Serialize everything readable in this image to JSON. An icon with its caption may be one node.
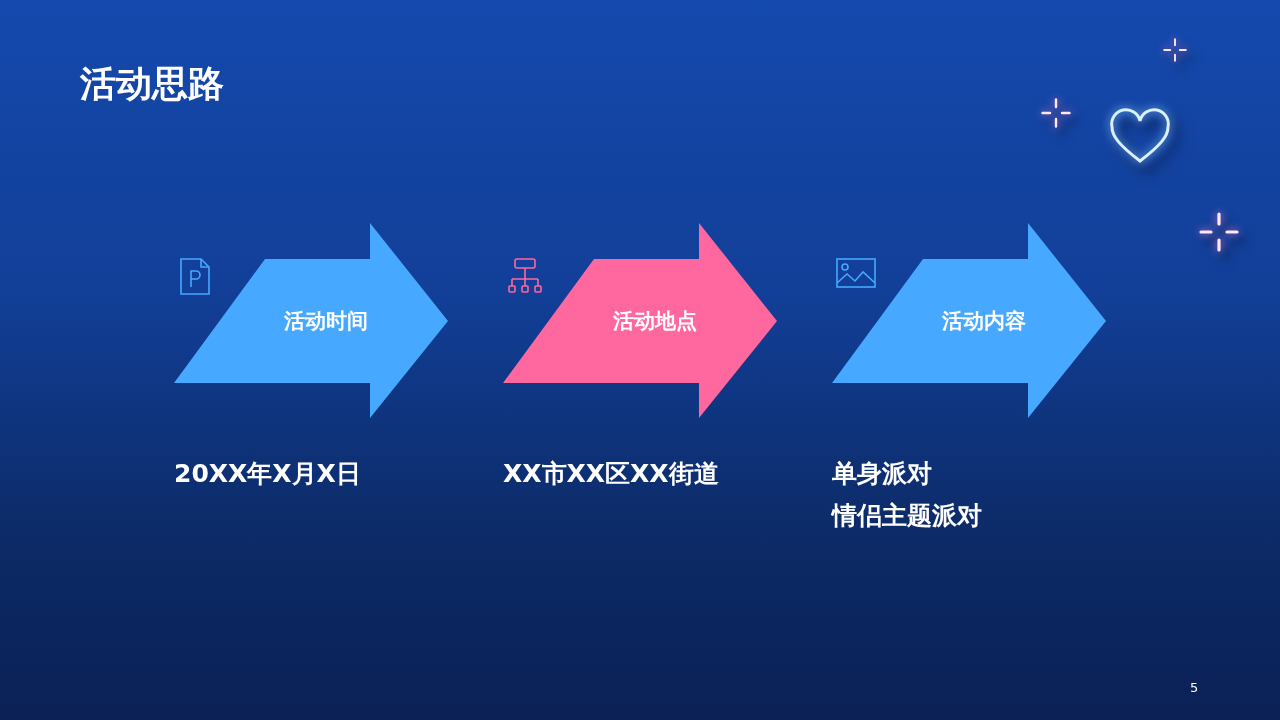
{
  "diagram": {
    "title": "活动思路",
    "nodes": [
      {
        "text": [
          "活动时间"
        ],
        "beside": [
          "20XX年X月X日"
        ]
      },
      {
        "text": [
          "活动地点"
        ],
        "beside": [
          "XX市XX区XX街道"
        ]
      },
      {
        "text": [
          "活动内容"
        ],
        "beside": [
          "单身派对",
          "情侣主题派对"
        ]
      }
    ],
    "labels": [
      "5"
    ]
  }
}
